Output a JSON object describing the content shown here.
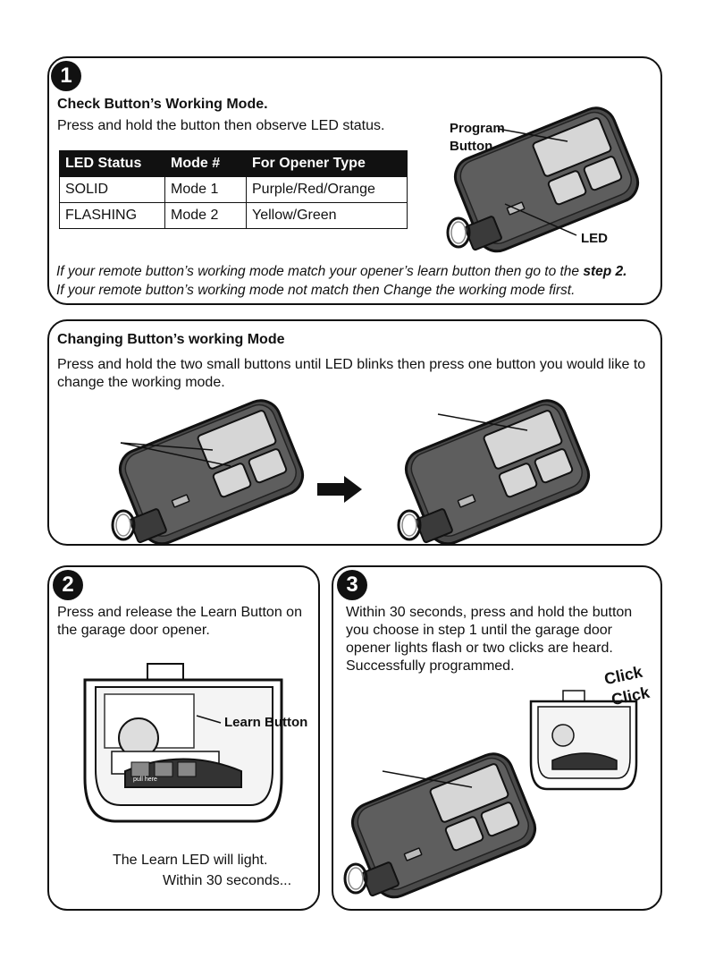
{
  "step1": {
    "number": "1",
    "title": "Check Button’s Working Mode.",
    "instruction": "Press and hold the button then observe LED status.",
    "table": {
      "headers": [
        "LED Status",
        "Mode #",
        "For Opener Type"
      ],
      "rows": [
        [
          "SOLID",
          "Mode 1",
          "Purple/Red/Orange"
        ],
        [
          "FLASHING",
          "Mode 2",
          "Yellow/Green"
        ]
      ]
    },
    "label_program": "Program",
    "label_button": "Button",
    "label_led": "LED",
    "note_line1_prefix": "If your remote button’s working mode match your opener’s learn button then go to the ",
    "note_line1_bold": "step 2.",
    "note_line2": "If your remote button’s working mode not match then Change the working mode first."
  },
  "change": {
    "title": "Changing Button’s working Mode",
    "instruction": "Press and hold the two small buttons until LED blinks then press one button you would like to change the working mode."
  },
  "step2": {
    "number": "2",
    "instruction": "Press and release the Learn Button on the garage door opener.",
    "label_learn": "Learn Button",
    "label_pull": "pull here",
    "footer1": "The Learn LED will light.",
    "footer2": "Within 30 seconds..."
  },
  "step3": {
    "number": "3",
    "instruction": "Within 30 seconds, press and hold the button you choose in step 1 until the garage door opener lights flash or two clicks are heard. Successfully programmed.",
    "click1": "Click",
    "click2": "Click"
  }
}
